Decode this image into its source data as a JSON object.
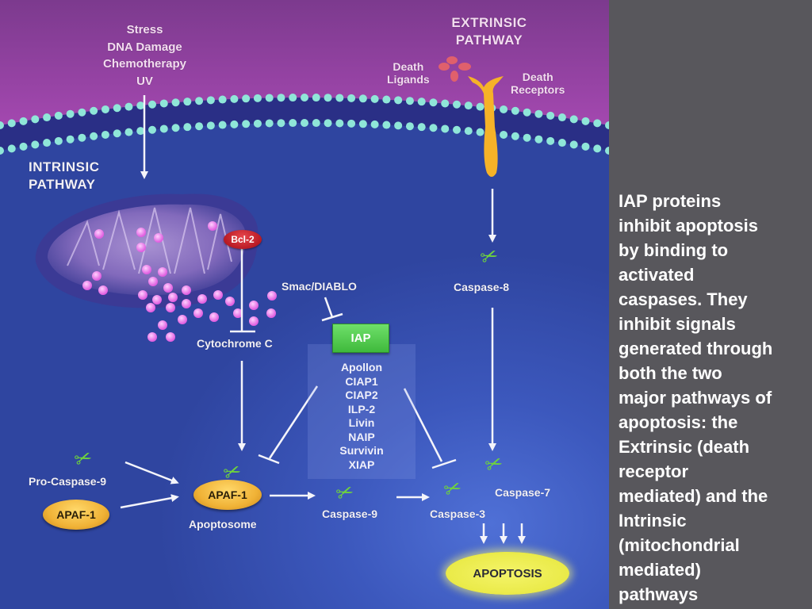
{
  "diagram": {
    "stress_labels": [
      "Stress",
      "DNA Damage",
      "Chemotherapy",
      "UV"
    ],
    "extrinsic_title": [
      "EXTRINSIC",
      "PATHWAY"
    ],
    "intrinsic_title": [
      "INTRINSIC",
      "PATHWAY"
    ],
    "death_ligands": [
      "Death",
      "Ligands"
    ],
    "death_receptors": [
      "Death",
      "Receptors"
    ],
    "bcl2": "Bcl-2",
    "smac": "Smac/DIABLO",
    "cytochrome": "Cytochrome C",
    "iap": "IAP",
    "iap_members": [
      "Apollon",
      "CIAP1",
      "CIAP2",
      "ILP-2",
      "Livin",
      "NAIP",
      "Survivin",
      "XIAP"
    ],
    "caspase8": "Caspase-8",
    "procaspase9": "Pro-Caspase-9",
    "apaf1": "APAF-1",
    "apaf1_apoptosome": "APAF-1",
    "apoptosome": "Apoptosome",
    "caspase9": "Caspase-9",
    "caspase3": "Caspase-3",
    "caspase7": "Caspase-7",
    "apoptosis": "APOPTOSIS",
    "icons": {
      "caspase": "scissors-icon",
      "arrow": "arrow-icon",
      "inhibit": "inhibition-bar-icon"
    },
    "colors": {
      "extracellular": "#9a3fa6",
      "cytoplasm": "#3a52b4",
      "membrane_head": "#8fe6d8",
      "apaf_oval": "#f0b236",
      "bcl2": "#c4202b",
      "iap": "#4cc948",
      "apoptosis_oval": "#eeee55",
      "scissors": "#6fd43c"
    }
  },
  "side_panel": {
    "text": "IAP proteins inhibit apoptosis by binding to activated caspases. They inhibit signals generated through both the two major pathways of apoptosis: the Extrinsic (death receptor mediated) and the Intrinsic (mitochondrial mediated) pathways",
    "lines": [
      "IAP proteins",
      "inhibit apoptosis",
      "by binding to",
      "activated",
      "caspases. They",
      "inhibit signals",
      "generated through",
      "both the two",
      "major pathways of",
      "apoptosis: the",
      "Extrinsic (death",
      "receptor",
      "mediated) and the",
      "Intrinsic",
      "(mitochondrial",
      "mediated)",
      "pathways"
    ],
    "background": "#58575c"
  }
}
